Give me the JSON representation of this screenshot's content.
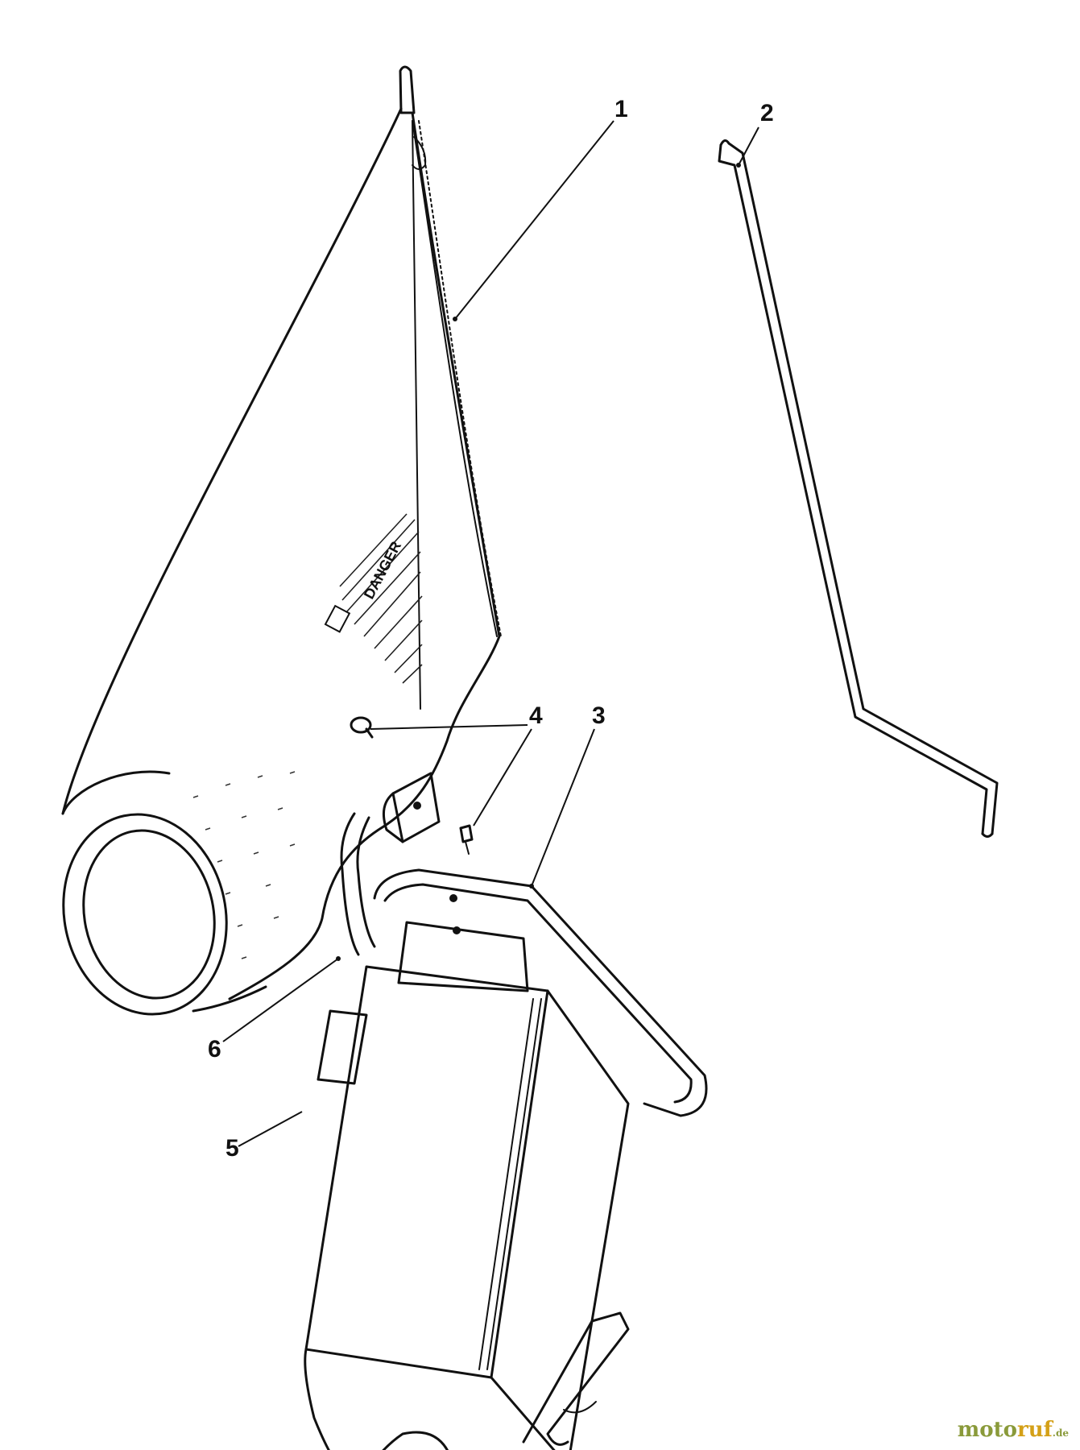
{
  "callouts": {
    "part_1": "1",
    "part_2": "2",
    "part_3": "3",
    "part_4": "4",
    "part_5": "5",
    "part_6": "6"
  },
  "decal": {
    "text": "DANGER"
  },
  "watermark": {
    "main": "moto",
    "accent": "ruf",
    "tld": ".de"
  },
  "colors": {
    "line": "#111111",
    "background": "#ffffff",
    "watermark_green": "#8a9a3a",
    "watermark_gold": "#d4a017"
  }
}
